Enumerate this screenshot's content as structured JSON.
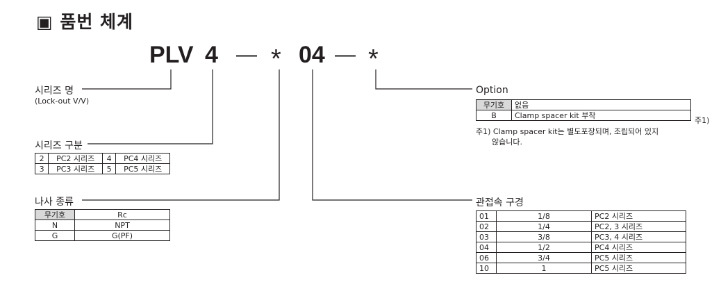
{
  "title": "▣ 품번 체계",
  "code": {
    "prefix": "PLV",
    "size": "4",
    "dash1": "—",
    "star1": "*",
    "port": "04",
    "dash2": "—",
    "star2": "*"
  },
  "series_name": {
    "label": "시리즈 명",
    "sub": "(Lock-out V/V)"
  },
  "series_type": {
    "label": "시리즈 구분",
    "rows": [
      [
        {
          "code": "2",
          "text": "PC2 시리즈"
        },
        {
          "code": "4",
          "text": "PC4 시리즈"
        }
      ],
      [
        {
          "code": "3",
          "text": "PC3 시리즈"
        },
        {
          "code": "5",
          "text": "PC5 시리즈"
        }
      ]
    ]
  },
  "thread": {
    "label": "나사 종류",
    "rows": [
      {
        "code": "무기호",
        "value": "Rc"
      },
      {
        "code": "N",
        "value": "NPT"
      },
      {
        "code": "G",
        "value": "G(PF)"
      }
    ]
  },
  "option": {
    "label": "Option",
    "rows": [
      {
        "code": "무기호",
        "value": "없음",
        "note": ""
      },
      {
        "code": "B",
        "value": "Clamp spacer kit 부착",
        "note": "주1)"
      }
    ],
    "footnote_line1": "주1) Clamp spacer kit는 별도포장되며, 조립되어 있지",
    "footnote_line2": "않습니다."
  },
  "port_size": {
    "label": "관접속 구경",
    "rows": [
      {
        "code": "01",
        "size": "1/8",
        "series": "PC2 시리즈"
      },
      {
        "code": "02",
        "size": "1/4",
        "series": "PC2, 3 시리즈"
      },
      {
        "code": "03",
        "size": "3/8",
        "series": "PC3, 4 시리즈"
      },
      {
        "code": "04",
        "size": "1/2",
        "series": "PC4 시리즈"
      },
      {
        "code": "06",
        "size": "3/4",
        "series": "PC5 시리즈"
      },
      {
        "code": "10",
        "size": "1",
        "series": "PC5 시리즈"
      }
    ]
  }
}
